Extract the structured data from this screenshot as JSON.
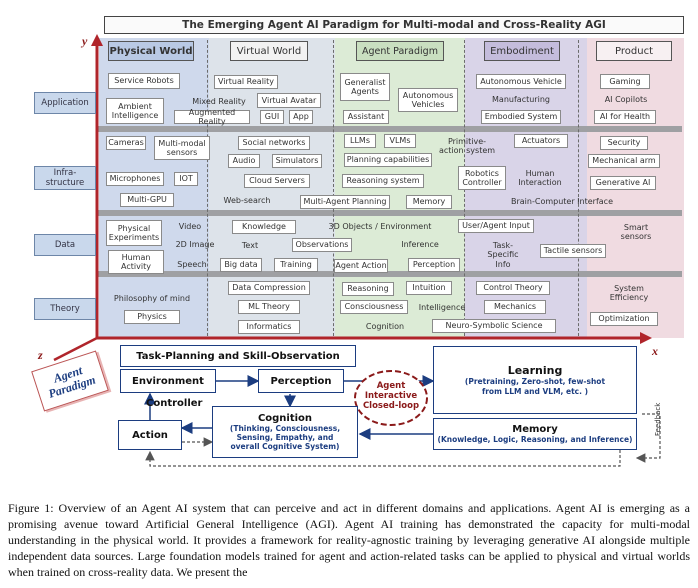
{
  "title": "The Emerging Agent AI Paradigm for Multi-modal and Cross-Reality AGI",
  "axes": {
    "x": "x",
    "y": "y",
    "z": "z"
  },
  "columns": [
    "Physical World",
    "Virtual World",
    "Agent Paradigm",
    "Embodiment",
    "Product"
  ],
  "rows": [
    "Application",
    "Infra-\nstructure",
    "Data",
    "Theory"
  ],
  "application": {
    "physical": [
      "Service Robots",
      "Ambient\nIntelligence"
    ],
    "virtual": [
      "Virtual Reality",
      "Mixed Reality",
      "Virtual Avatar",
      "Augmented Reality",
      "GUI",
      "App"
    ],
    "agent": [
      "Generalist\nAgents",
      "Autonomous\nVehicles",
      "Assistant"
    ],
    "embodiment": [
      "Autonomous Vehicle",
      "Manufacturing",
      "Embodied System"
    ],
    "product": [
      "Gaming",
      "AI Copilots",
      "AI for Health"
    ]
  },
  "infrastructure": {
    "physical": [
      "Cameras",
      "Multi-modal\nsensors",
      "Microphones",
      "IOT",
      "Multi-GPU"
    ],
    "virtual": [
      "Social networks",
      "Audio",
      "Simulators",
      "Cloud Servers",
      "Web-search",
      "Multi-Agent Planning"
    ],
    "agent": [
      "LLMs",
      "VLMs",
      "Primitive-\naction system",
      "Planning capabilities",
      "Reasoning system",
      "Memory"
    ],
    "embodiment": [
      "Actuators",
      "Robotics\nController",
      "Human\nInteraction",
      "Brain-Computer Interface"
    ],
    "product": [
      "Security",
      "Mechanical arm",
      "Generative AI"
    ]
  },
  "data": {
    "physical": [
      "Physical\nExperiments",
      "Video",
      "2D Image",
      "Human\nActivity",
      "Speech"
    ],
    "virtual": [
      "Knowledge",
      "Text",
      "Big data",
      "Training",
      "3D Objects / Environment",
      "Observations"
    ],
    "agent": [
      "Inference",
      "Agent Action",
      "Perception"
    ],
    "embodiment": [
      "User/Agent Input",
      "Task-\nSpecific\nInfo",
      "Tactile sensors"
    ],
    "product": [
      "Smart\nsensors"
    ]
  },
  "theory": {
    "physical": [
      "Philosophy of mind",
      "Physics"
    ],
    "virtual": [
      "Data Compression",
      "ML Theory",
      "Informatics"
    ],
    "agent": [
      "Reasoning",
      "Intuition",
      "Consciousness",
      "Intelligence",
      "Cognition"
    ],
    "embodiment": [
      "Control Theory",
      "Mechanics",
      "Neuro-Symbolic Science"
    ],
    "product": [
      "System\nEfficiency",
      "Optimization"
    ]
  },
  "paradigm_label": "Agent\nParadigm",
  "flow": {
    "task_planning": "Task-Planning and Skill-Observation",
    "environment": "Environment",
    "perception": "Perception",
    "controller": "Controller",
    "action": "Action",
    "cognition_title": "Cognition",
    "cognition_desc": "(Thinking, Consciousness,\nSensing, Empathy, and\noverall Cognitive System)",
    "loop": "Agent\nInteractive\nClosed-loop",
    "learning_title": "Learning",
    "learning_desc": "(Pretraining, Zero-shot, few-shot\nfrom LLM and VLM, etc. )",
    "memory_title": "Memory",
    "memory_desc": "(Knowledge, Logic, Reasoning, and Inference)",
    "feedback": "Feedback"
  },
  "caption": "Figure 1: Overview of an Agent AI system that can perceive and act in different domains and applications. Agent AI is emerging as a promising avenue toward Artificial General Intelligence (AGI). Agent AI training has demonstrated the capacity for multi-modal understanding in the physical world. It provides a framework for reality-agnostic training by leveraging generative AI alongside multiple independent data sources. Large foundation models trained for agent and action-related tasks can be applied to physical and virtual worlds when trained on cross-reality data. We present the",
  "colors": {
    "physical": "#cfd9ec",
    "virtual": "#dde3ea",
    "agent": "#dcebd6",
    "embodiment": "#d9d4e8",
    "product": "#f0dbe1",
    "flow": "#1c3d80",
    "loop": "#8b1a1a"
  }
}
